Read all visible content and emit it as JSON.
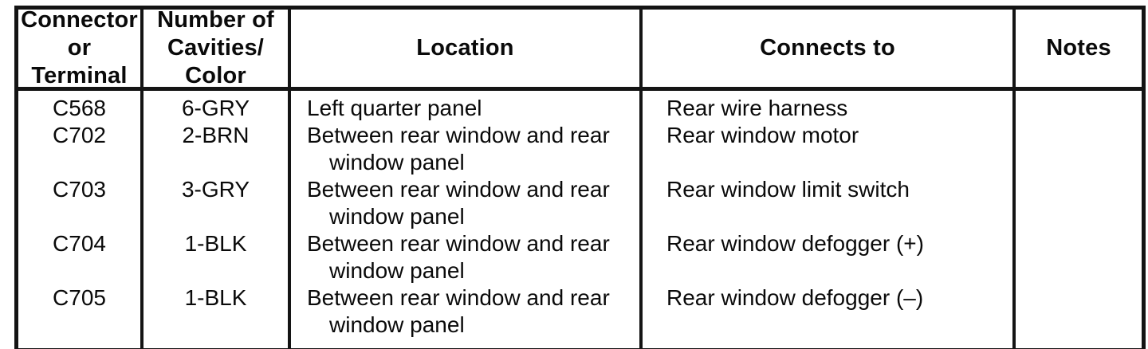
{
  "table": {
    "headers": [
      {
        "lines": [
          "Connector",
          "or",
          "Terminal"
        ]
      },
      {
        "lines": [
          "Number of",
          "Cavities/",
          "Color"
        ]
      },
      {
        "lines": [
          "Location"
        ]
      },
      {
        "lines": [
          "Connects to"
        ]
      },
      {
        "lines": [
          "Notes"
        ]
      }
    ],
    "rows": [
      {
        "connector": "C568",
        "cavities": "6-GRY",
        "location": [
          "Left quarter panel"
        ],
        "connects_to": "Rear wire harness",
        "notes": ""
      },
      {
        "connector": "C702",
        "cavities": "2-BRN",
        "location": [
          "Between rear window and rear",
          "window panel"
        ],
        "connects_to": "Rear window motor",
        "notes": ""
      },
      {
        "connector": "C703",
        "cavities": "3-GRY",
        "location": [
          "Between rear window and rear",
          "window panel"
        ],
        "connects_to": "Rear window limit switch",
        "notes": ""
      },
      {
        "connector": "C704",
        "cavities": "1-BLK",
        "location": [
          "Between rear window and rear",
          "window panel"
        ],
        "connects_to": "Rear window defogger (+)",
        "notes": ""
      },
      {
        "connector": "C705",
        "cavities": "1-BLK",
        "location": [
          "Between rear window and rear",
          "window panel"
        ],
        "connects_to": "Rear window defogger (–)",
        "notes": ""
      }
    ],
    "colors": {
      "border": "#141414",
      "text": "#0a0a0a",
      "background": "#ffffff"
    }
  }
}
